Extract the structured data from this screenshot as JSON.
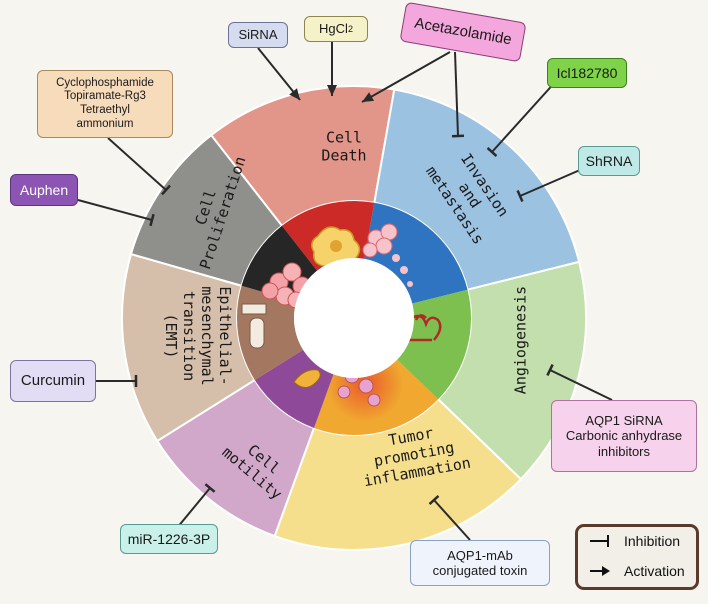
{
  "segments": [
    {
      "id": "cell-death",
      "lines": [
        "Cell",
        "Death"
      ],
      "color": "#e2968a",
      "inner_color": "#cc2a26"
    },
    {
      "id": "invasion",
      "lines": [
        "Invasion",
        "and",
        "metastasis"
      ],
      "color": "#9cc2e2",
      "inner_color": "#2f74c0"
    },
    {
      "id": "angiogenesis",
      "lines": [
        "Angiogenesis"
      ],
      "color": "#c3dfae",
      "inner_color": "#7ec050"
    },
    {
      "id": "inflammation",
      "lines": [
        "Tumor",
        "promoting",
        "inflammation"
      ],
      "color": "#f5df8c",
      "inner_color": "#f0a830"
    },
    {
      "id": "motility",
      "lines": [
        "Cell",
        "motility"
      ],
      "color": "#d1a8c9",
      "inner_color": "#8e4a98"
    },
    {
      "id": "emt",
      "lines": [
        "Epithelial-",
        "mesenchymal",
        "transition",
        "(EMT)"
      ],
      "color": "#d5beaa",
      "inner_color": "#a47860"
    },
    {
      "id": "proliferation",
      "lines": [
        "Cell",
        "Proliferation"
      ],
      "color": "#8f8f8b",
      "inner_color": "#262626"
    }
  ],
  "boxes": {
    "sirna": {
      "text": "SiRNA",
      "bg": "#d6dcf0",
      "border": "#6a7298"
    },
    "hgcl2": {
      "text": "HgCl",
      "sub": "2",
      "bg": "#f5f1c9",
      "border": "#8c8550"
    },
    "acetazolamide": {
      "text": "Acetazolamide",
      "bg": "#f4a7dc",
      "border": "#8a3b78"
    },
    "icl": {
      "text": "Icl182780",
      "bg": "#7ed348",
      "border": "#3f7e20"
    },
    "shrna": {
      "text": "ShRNA",
      "bg": "#bfe9e6",
      "border": "#5b9995"
    },
    "cyclo": {
      "lines": [
        "Cyclophosphamide",
        "Topiramate-Rg3",
        "Tetraethyl",
        "ammonium"
      ],
      "bg": "#f7dcbc",
      "border": "#a78a5e"
    },
    "auphen": {
      "text": "Auphen",
      "bg": "#8c55b3",
      "border": "#5c3480",
      "color": "#ffffff"
    },
    "curcumin": {
      "text": "Curcumin",
      "bg": "#e2ddf5",
      "border": "#7c74a0"
    },
    "aqp1-sirna": {
      "lines": [
        "AQP1 SiRNA",
        "Carbonic anhydrase",
        "inhibitors"
      ],
      "bg": "#f7d2ec",
      "border": "#b070a0"
    },
    "mir": {
      "text": "miR-1226-3P",
      "bg": "#c9f0e9",
      "border": "#5b9994"
    },
    "aqp1-mab": {
      "lines": [
        "AQP1-mAb",
        "conjugated toxin"
      ],
      "bg": "#eef3fc",
      "border": "#8aa0c6"
    }
  },
  "legend": {
    "inhibition": "Inhibition",
    "activation": "Activation",
    "border": "#5a3a2a"
  }
}
